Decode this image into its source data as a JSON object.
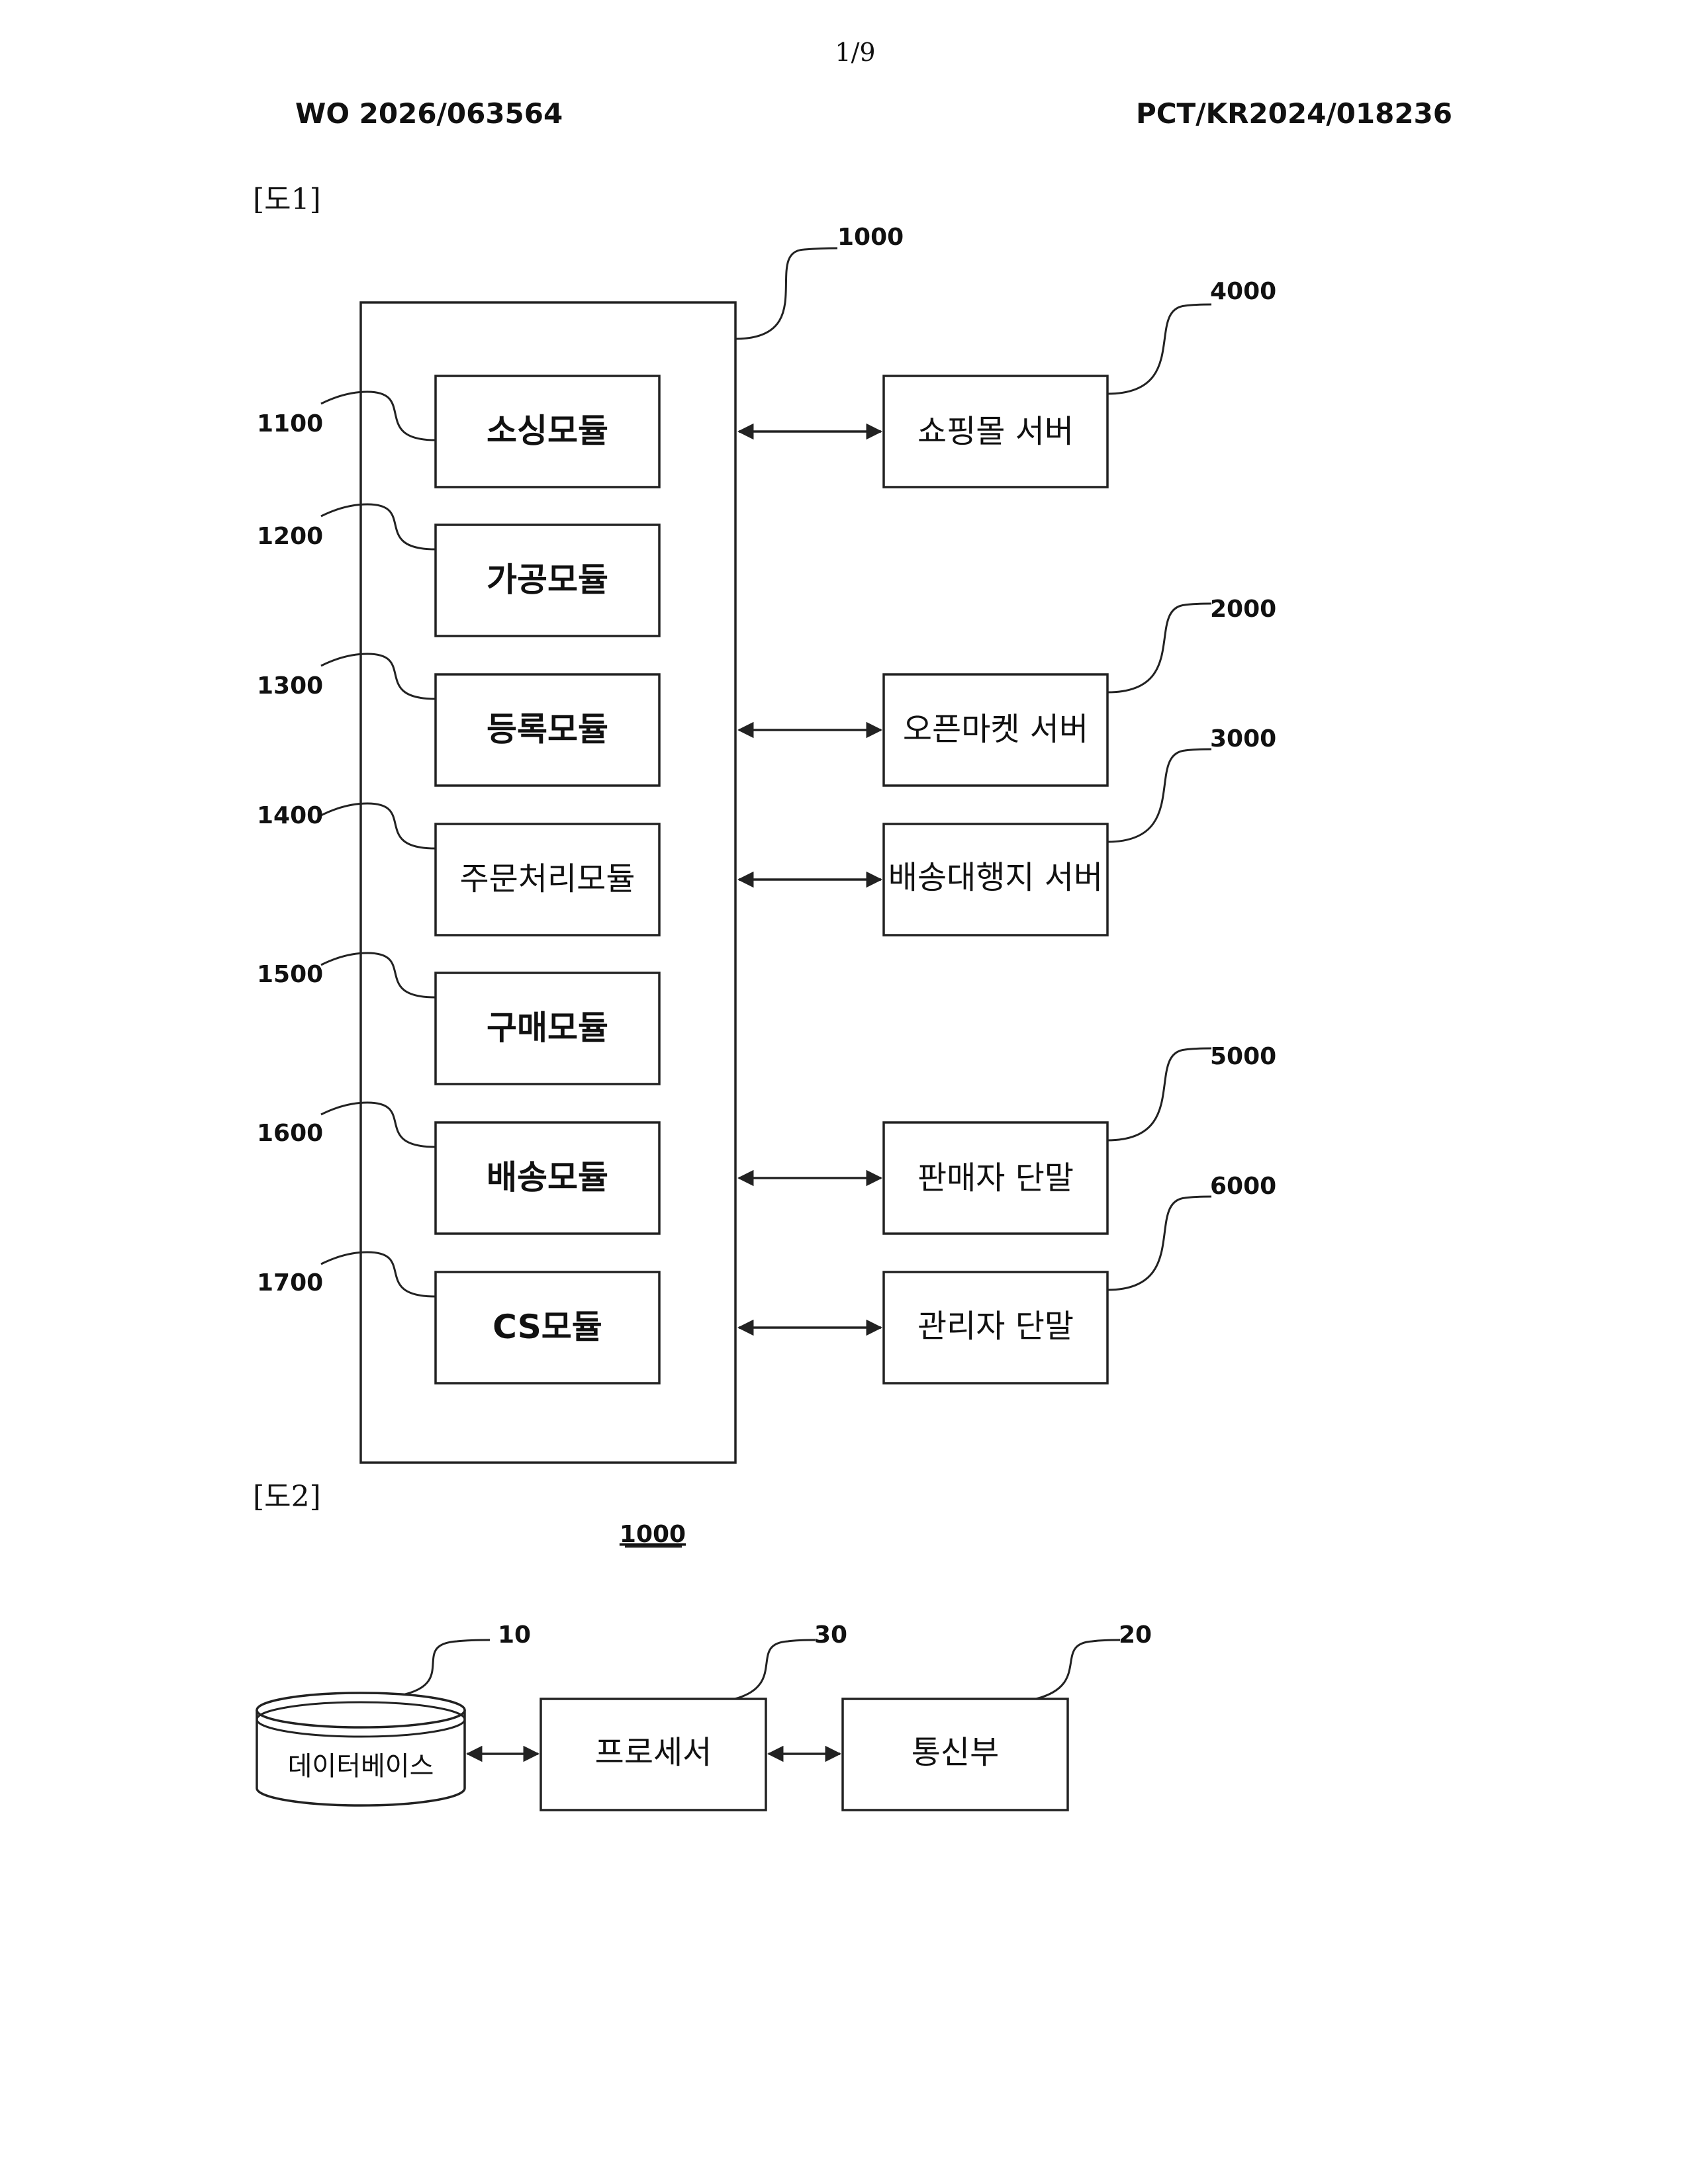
{
  "page": {
    "page_number": "1/9",
    "pub_number": "WO 2026/063564",
    "app_number": "PCT/KR2024/018236"
  },
  "fig1": {
    "label": "[도1]",
    "system_ref": "1000",
    "modules": [
      {
        "ref": "1100",
        "label": "소싱모듈"
      },
      {
        "ref": "1200",
        "label": "가공모듈"
      },
      {
        "ref": "1300",
        "label": "등록모듈"
      },
      {
        "ref": "1400",
        "label": "주문처리모듈"
      },
      {
        "ref": "1500",
        "label": "구매모듈"
      },
      {
        "ref": "1600",
        "label": "배송모듈"
      },
      {
        "ref": "1700",
        "label": "CS모듈"
      }
    ],
    "externals": [
      {
        "ref": "4000",
        "label": "쇼핑몰 서버"
      },
      {
        "ref": "2000",
        "label": "오픈마켓 서버"
      },
      {
        "ref": "3000",
        "label": "배송대행지 서버"
      },
      {
        "ref": "5000",
        "label": "판매자 단말"
      },
      {
        "ref": "6000",
        "label": "관리자 단말"
      }
    ]
  },
  "fig2": {
    "label": "[도2]",
    "title_ref": "1000",
    "components": [
      {
        "ref": "10",
        "label": "데이터베이스"
      },
      {
        "ref": "30",
        "label": "프로세서"
      },
      {
        "ref": "20",
        "label": "통신부"
      }
    ]
  }
}
